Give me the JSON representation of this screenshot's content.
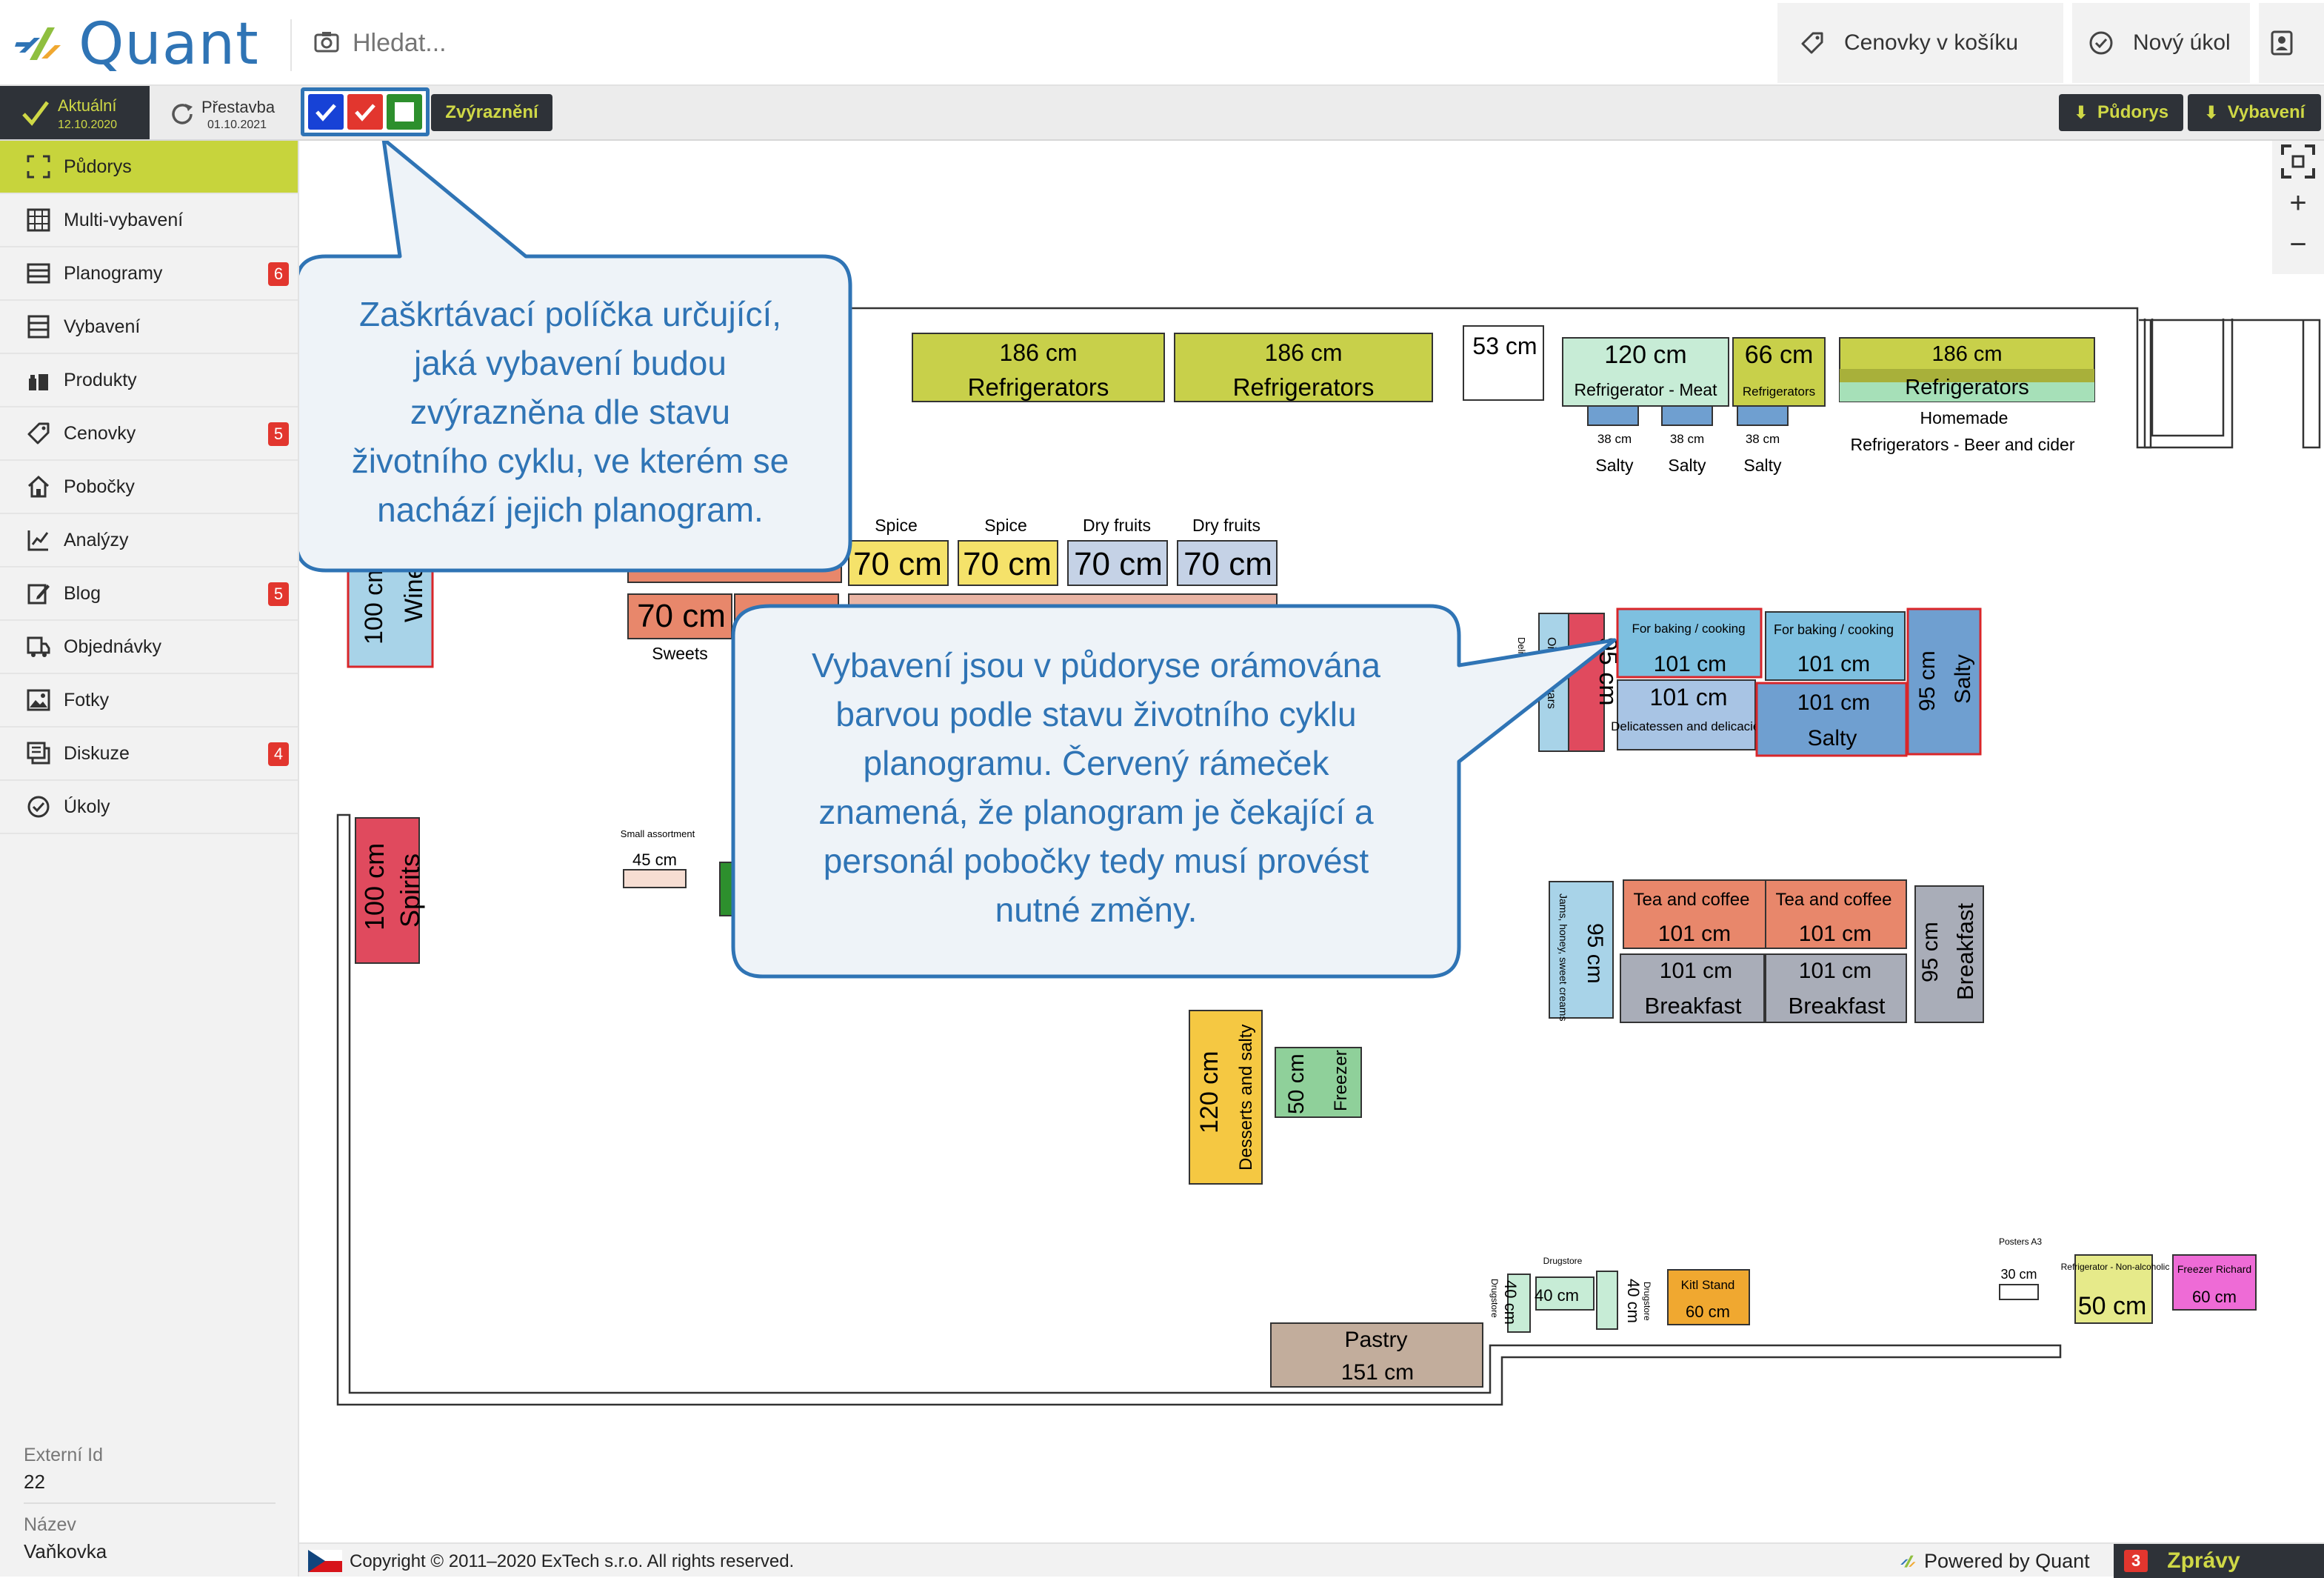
{
  "app": {
    "name": "Quant",
    "search_placeholder": "Hledat...",
    "cart_labels": "Cenovky v košíku",
    "new_task": "Nový úkol"
  },
  "toolbar": {
    "current_label": "Aktuální",
    "current_date": "12.10.2020",
    "future_label": "Přestavba",
    "future_date": "01.10.2021",
    "highlight": "Zvýraznění",
    "download_floorplan": "Půdorys",
    "download_equipment": "Vybavení",
    "checkbox_colors": [
      "#1742d6",
      "#e2362e",
      "#2d8f2d"
    ]
  },
  "sidebar": {
    "items": [
      {
        "label": "Půdorys",
        "icon": "floorplan-icon",
        "active": true
      },
      {
        "label": "Multi-vybavení",
        "icon": "grid-icon"
      },
      {
        "label": "Planogramy",
        "icon": "planogram-icon",
        "badge": "6"
      },
      {
        "label": "Vybavení",
        "icon": "shelf-icon"
      },
      {
        "label": "Produkty",
        "icon": "products-icon"
      },
      {
        "label": "Cenovky",
        "icon": "tag-icon",
        "badge": "5"
      },
      {
        "label": "Pobočky",
        "icon": "home-icon"
      },
      {
        "label": "Analýzy",
        "icon": "analytics-icon"
      },
      {
        "label": "Blog",
        "icon": "edit-icon",
        "badge": "5"
      },
      {
        "label": "Objednávky",
        "icon": "truck-icon"
      },
      {
        "label": "Fotky",
        "icon": "photo-icon"
      },
      {
        "label": "Diskuze",
        "icon": "chat-icon",
        "badge": "4"
      },
      {
        "label": "Úkoly",
        "icon": "check-circle-icon"
      }
    ],
    "external_id_label": "Externí Id",
    "external_id_value": "22",
    "name_label": "Název",
    "name_value": "Vaňkovka"
  },
  "callouts": {
    "checkboxes": [
      "Zaškrtávací políčka určující,",
      "jaká vybavení budou",
      "zvýrazněna dle stavu",
      "životního cyklu, ve kterém se",
      "nachází jejich planogram."
    ],
    "frames": [
      "Vybavení jsou v půdoryse orámována",
      "barvou podle stavu životního cyklu",
      "planogramu. Červený rámeček",
      "znamená, že planogram je čekající a",
      "personál pobočky tedy musí provést",
      "nutné změny."
    ]
  },
  "floorplan": {
    "fixtures": {
      "refrigerators": [
        {
          "size": "186 cm",
          "name": "Refrigerators"
        },
        {
          "size": "186 cm",
          "name": "Refrigerators"
        },
        {
          "size": "186 cm",
          "name": "Refrigerators",
          "sub": "Homemade",
          "caption": "Refrigerators - Beer and cider"
        }
      ],
      "cold_small": {
        "size": "53 cm"
      },
      "meat": {
        "size": "120 cm",
        "name": "Refrigerator - Meat"
      },
      "fridge_66": {
        "size": "66 cm",
        "name": "Refrigerators"
      },
      "salty_units": [
        {
          "size": "38 cm",
          "name": "Salty"
        },
        {
          "size": "38 cm",
          "name": "Salty"
        },
        {
          "size": "38 cm",
          "name": "Salty"
        }
      ],
      "spice_row": [
        {
          "label": "Spice",
          "size": "70 cm"
        },
        {
          "label": "Spice",
          "size": "70 cm"
        },
        {
          "label": "Dry fruits",
          "size": "70 cm"
        },
        {
          "label": "Dry fruits",
          "size": "70 cm"
        }
      ],
      "sweets": {
        "size": "70 cm",
        "name": "Sweets"
      },
      "wine": {
        "size": "100 cm",
        "name": "Wine"
      },
      "spirits": {
        "size": "100 cm",
        "name": "Spirits"
      },
      "small_assortment": {
        "label": "Small assortment",
        "size": "45 cm"
      },
      "baking": [
        {
          "name": "For baking / cooking",
          "size": "101 cm"
        },
        {
          "name": "For baking / cooking",
          "size": "101 cm"
        }
      ],
      "delicatessen": {
        "size": "101 cm",
        "name": "Delicatessen and delicacies"
      },
      "salty_101": {
        "size": "101 cm",
        "name": "Salty"
      },
      "salty_95": {
        "size": "95 cm",
        "name": "Salty"
      },
      "vinegars": {
        "size": "95 cm",
        "name": "Oils, vinegars"
      },
      "deli_side": "Delicacies",
      "tea": [
        {
          "name": "Tea and coffee",
          "size": "101 cm"
        },
        {
          "name": "Tea and coffee",
          "size": "101 cm"
        }
      ],
      "breakfast": [
        {
          "size": "101 cm",
          "name": "Breakfast"
        },
        {
          "size": "101 cm",
          "name": "Breakfast"
        },
        {
          "size": "95 cm",
          "name": "Breakfast"
        }
      ],
      "jams": {
        "size": "95 cm",
        "name": "Jams, honey, sweet creams"
      },
      "desserts": {
        "size": "120 cm",
        "name": "Desserts and salty"
      },
      "freezer": {
        "size": "50 cm",
        "name": "Freezer"
      },
      "pastry": {
        "name": "Pastry",
        "size": "151 cm"
      },
      "drugstore": [
        {
          "size": "40 cm",
          "name": "Drugstore"
        },
        {
          "size": "40 cm",
          "name": "Drugstore"
        },
        {
          "size": "40 cm",
          "name": "Drugstore"
        }
      ],
      "kitl": {
        "name": "Kitl Stand",
        "size": "60 cm"
      },
      "posters": {
        "name": "Posters A3",
        "size": "30 cm"
      },
      "non_alcoholic": {
        "name": "Refrigerator - Non-alcoholic",
        "size": "50 cm"
      },
      "freezer_richard": {
        "name": "Freezer Richard",
        "size": "60 cm"
      }
    },
    "colors": {
      "lime": "#c8d04a",
      "yellow": "#f5e26a",
      "lightblue": "#a8d3e8",
      "blue": "#6f9fd0",
      "red": "#e04a5e",
      "salmon": "#e8876b",
      "grey": "#a9adb8",
      "mint": "#c7ecd6",
      "green": "#8fd09a",
      "orange": "#f0a830",
      "tan": "#c2ad9c",
      "pink": "#ee6bd6",
      "pending_frame": "#d9262a"
    }
  },
  "footer": {
    "copyright": "Copyright © 2011–2020 ExTech s.r.o. All rights reserved.",
    "powered": "Powered by Quant",
    "messages": "Zprávy",
    "messages_count": "3"
  }
}
